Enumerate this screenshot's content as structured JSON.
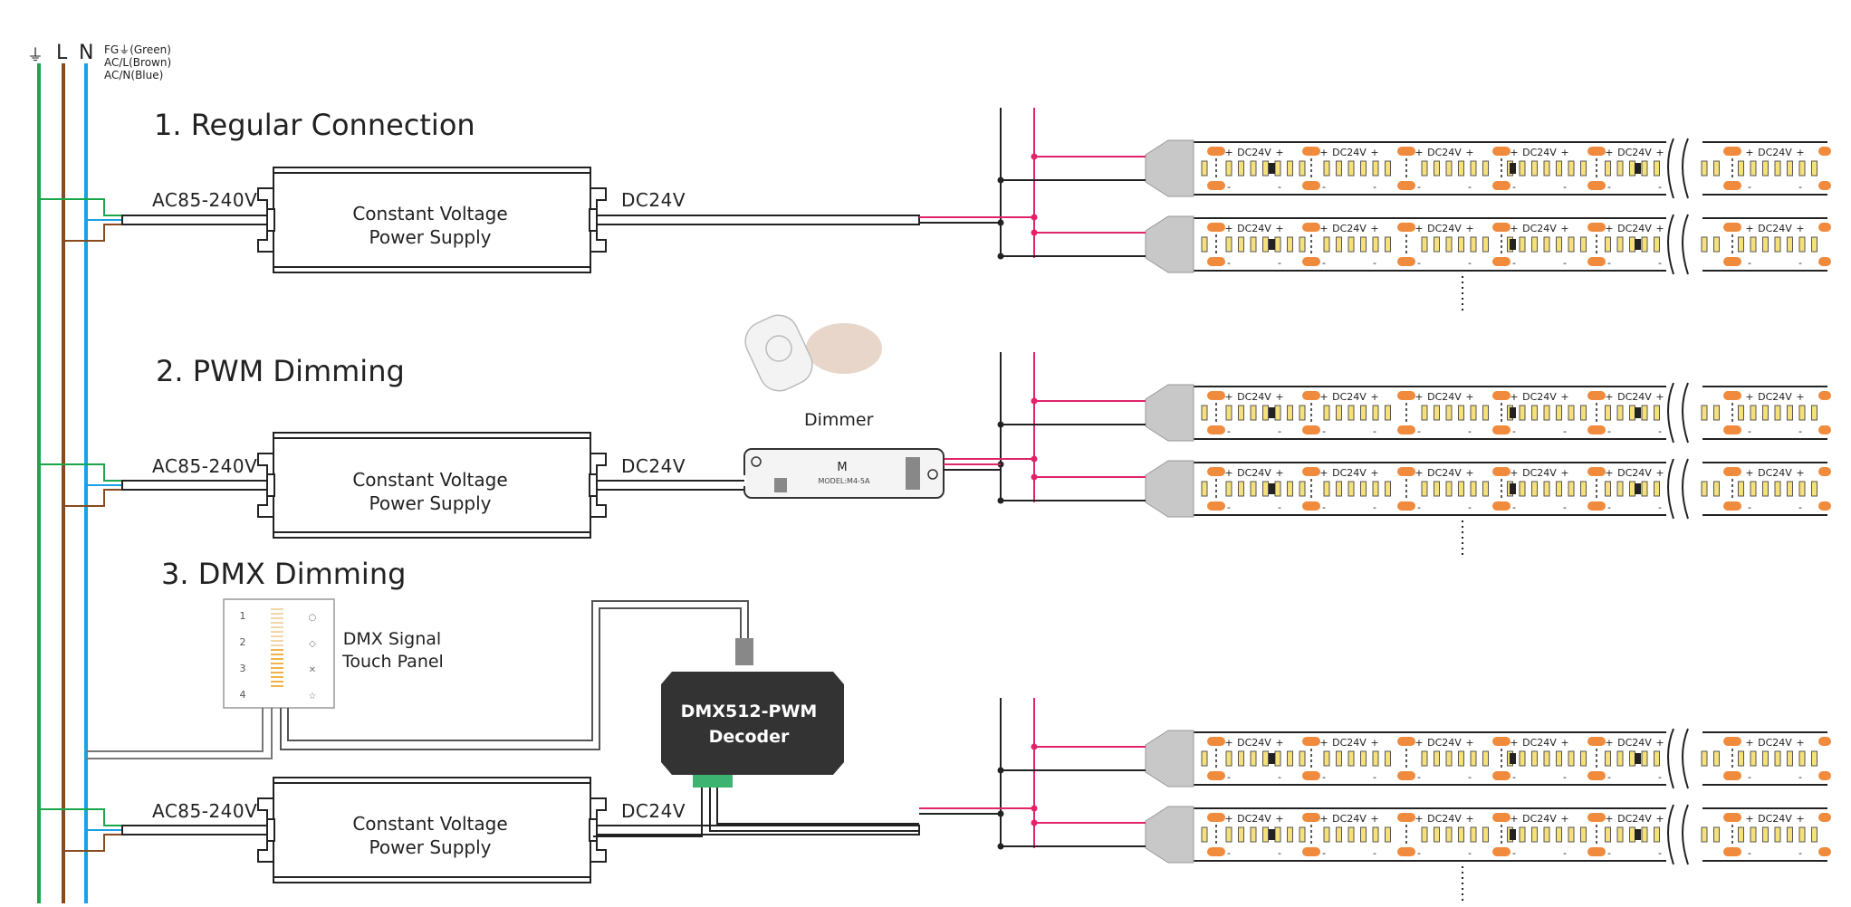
{
  "colors": {
    "ground": "#1aa64b",
    "live": "#8a4a1f",
    "neutral": "#1aa0e6",
    "positive_wire": "#e0246a",
    "negative_wire": "#222222",
    "led_pad": "#f08a3c",
    "led_chip": "#f5e07a",
    "decoder_body": "#333333"
  },
  "legend": {
    "ground_symbol": "⏚",
    "live_symbol": "L",
    "neutral_symbol": "N",
    "line1": "FG⏚(Green)",
    "line2": "AC/L(Brown)",
    "line3": "AC/N(Blue)"
  },
  "sections": [
    {
      "title": "1. Regular Connection"
    },
    {
      "title": "2. PWM Dimming"
    },
    {
      "title": "3. DMX Dimming"
    }
  ],
  "psu": {
    "input_label": "AC85-240V",
    "output_label": "DC24V",
    "name_line1": "Constant Voltage",
    "name_line2": "Power Supply"
  },
  "dimmer": {
    "label": "Dimmer",
    "brand": "M",
    "model": "MODEL:M4-5A"
  },
  "dmx_panel": {
    "label_line1": "DMX Signal",
    "label_line2": "Touch Panel",
    "keys": [
      "1",
      "2",
      "3",
      "4"
    ]
  },
  "decoder": {
    "line1": "DMX512-PWM",
    "line2": "Decoder"
  },
  "strip": {
    "voltage_label": "DC24V",
    "plus": "+",
    "minus": "-"
  }
}
